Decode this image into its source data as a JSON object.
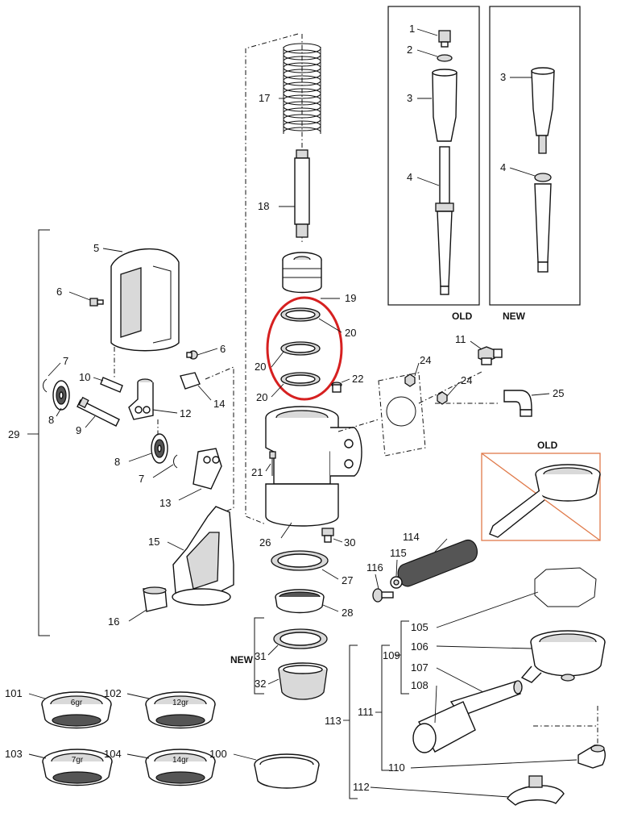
{
  "labels": {
    "p1": "1",
    "p2": "2",
    "p3_old": "3",
    "p4_old": "4",
    "p3_new": "3",
    "p4_new": "4",
    "p5": "5",
    "p6a": "6",
    "p6b": "6",
    "p7a": "7",
    "p7b": "7",
    "p8a": "8",
    "p8b": "8",
    "p9": "9",
    "p10": "10",
    "p11": "11",
    "p12": "12",
    "p13": "13",
    "p14": "14",
    "p15": "15",
    "p16": "16",
    "p17": "17",
    "p18": "18",
    "p19": "19",
    "p20a": "20",
    "p20b": "20",
    "p20c": "20",
    "p21": "21",
    "p22": "22",
    "p24a": "24",
    "p24b": "24",
    "p25": "25",
    "p26": "26",
    "p27": "27",
    "p28": "28",
    "p29": "29",
    "p30": "30",
    "p31": "31",
    "p32": "32",
    "p100": "100",
    "p101": "101",
    "p102": "102",
    "p103": "103",
    "p104": "104",
    "p105": "105",
    "p106": "106",
    "p107": "107",
    "p108": "108",
    "p109": "109",
    "p110": "110",
    "p111": "111",
    "p112": "112",
    "p113": "113",
    "p114": "114",
    "p115": "115",
    "p116": "116"
  },
  "headers": {
    "old_lever": "OLD",
    "new_lever": "NEW",
    "old_portafilter": "OLD",
    "new_basket": "NEW"
  },
  "basket_marks": {
    "b101": "6gr",
    "b102": "12gr",
    "b103": "7gr",
    "b104": "14gr"
  },
  "highlight": {
    "color": "#d62020",
    "parts": [
      "20",
      "20",
      "20"
    ]
  },
  "colors": {
    "line": "#111111",
    "old_portafilter_box": "#e07a4a"
  }
}
